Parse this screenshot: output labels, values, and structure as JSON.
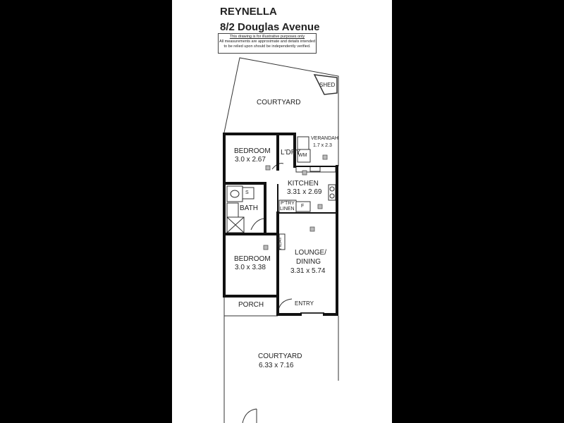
{
  "header": {
    "suburb": "REYNELLA",
    "address": "8/2 Douglas Avenue",
    "disclaimer_line1": "This drawing is for illustrative purposes only",
    "disclaimer_line2": "All measurements are approximate and details intended",
    "disclaimer_line3": "to be relied upon should be independently verified."
  },
  "rooms": {
    "shed": "SHED",
    "courtyard_rear": "COURTYARD",
    "verandah": "VERANDAH",
    "verandah_size": "1.7 x 2.3",
    "bedroom1": "BEDROOM",
    "bedroom1_size": "3.0 x 2.67",
    "laundry": "L'DRY",
    "wm": "WM",
    "kitchen": "KITCHEN",
    "kitchen_size": "3.31 x 2.69",
    "bath": "BATH",
    "s": "S",
    "pantry": "P'TRY",
    "linen": "LINEN",
    "fridge": "F",
    "heater": "HEAT",
    "bedroom2": "BEDROOM",
    "bedroom2_size": "3.0 x 3.38",
    "lounge_line1": "LOUNGE/",
    "lounge_line2": "DINING",
    "lounge_size": "3.31 x 5.74",
    "porch": "PORCH",
    "entry": "ENTRY",
    "courtyard_front": "COURTYARD",
    "courtyard_front_size": "6.33 x 7.16"
  }
}
